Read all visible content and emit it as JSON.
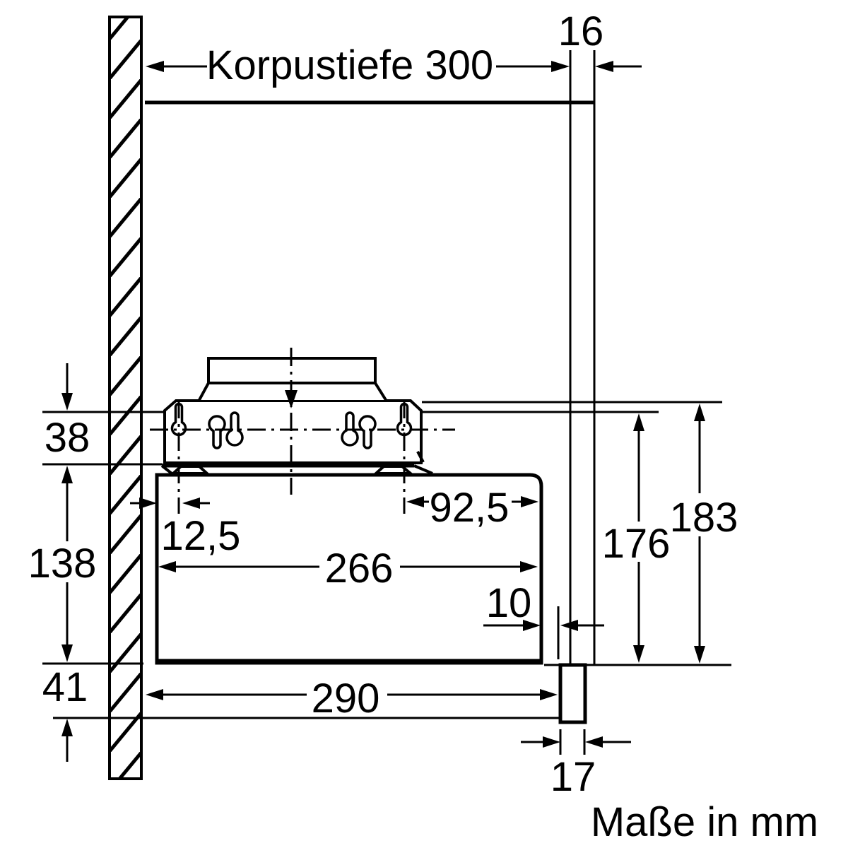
{
  "diagram": {
    "note": "Maße in mm",
    "colors": {
      "line": "#000000",
      "background": "#ffffff"
    },
    "dimensions": {
      "korpustiefe": "Korpustiefe 300",
      "panel_16": "16",
      "top_offset_38": "38",
      "body_height_138": "138",
      "bottom_gap_41": "41",
      "inset_12_5": "12,5",
      "inset_92_5": "92,5",
      "body_depth_266": "266",
      "front_gap_10": "10",
      "height_176": "176",
      "height_183": "183",
      "depth_290": "290",
      "door_17": "17"
    }
  }
}
